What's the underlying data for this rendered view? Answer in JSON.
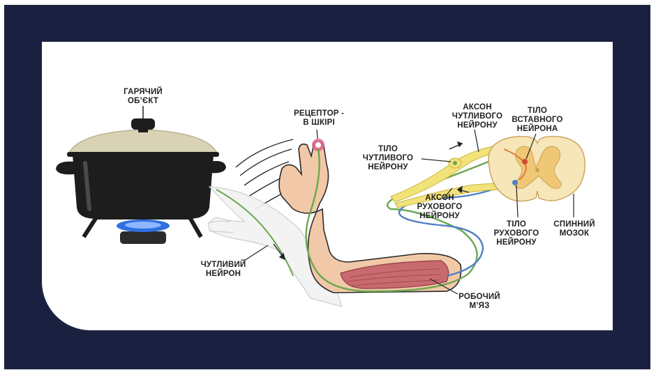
{
  "labels": {
    "hot_object": "ГАРЯЧИЙ\nОБ’ЄКТ",
    "skin_receptor": "РЕЦЕПТОР -\nВ ШКІРІ",
    "sensory_axon": "АКСОН\nЧУТЛИВОГО\nНЕЙРОНУ",
    "interneuron_body": "ТІЛО\nВСТАВНОГО\nНЕЙРОНА",
    "sensory_body": "ТІЛО\nЧУТЛИВОГО\nНЕЙРОНУ",
    "motor_axon": "АКСОН\nРУХОВОГО\nНЕЙРОНУ",
    "motor_body": "ТІЛО\nРУХОВОГО\nНЕЙРОНУ",
    "spinal_cord": "СПИННИЙ\nМОЗОК",
    "sensory_neuron": "ЧУТЛИВИЙ\nНЕЙРОН",
    "effector_muscle": "РОБОЧИЙ\nМ’ЯЗ"
  },
  "colors": {
    "frame": "#1a2140",
    "panel": "#ffffff",
    "sensory_nerve": "#6aa84f",
    "motor_nerve": "#4f7fc4",
    "sensory_axon_band": "#f2e27a",
    "spinal_white_matter": "#f7e6b8",
    "spinal_grey_matter": "#efc775",
    "skin": "#f2c9a8",
    "muscle": "#c96a6f",
    "pot": "#1d1d1d",
    "lid": "#d8d3b4",
    "flame": "#2f6fe0",
    "receptor": "#e0608a"
  }
}
